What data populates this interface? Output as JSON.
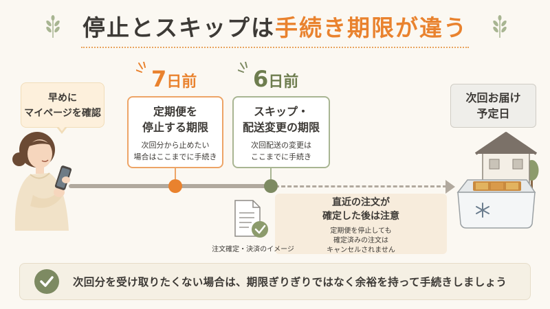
{
  "title": {
    "part1": "停止とスキップは",
    "part2": "手続き期限が違う"
  },
  "bubble": {
    "line1": "早めに",
    "line2": "マイページを確認"
  },
  "deadline7": {
    "num": "7",
    "unit": "日前",
    "title1": "定期便を",
    "title2": "停止する期限",
    "desc1": "次回分から止めたい",
    "desc2": "場合はここまでに手続き"
  },
  "deadline6": {
    "num": "6",
    "unit": "日前",
    "title1": "スキップ・",
    "title2": "配送変更の期限",
    "desc1": "次回配送の変更は",
    "desc2": "ここまでに手続き"
  },
  "next_delivery": {
    "line1": "次回お届け",
    "line2": "予定日"
  },
  "notice": {
    "title1": "直近の注文が",
    "title2": "確定した後は注意",
    "desc1": "定期便を停止しても",
    "desc2": "確定済みの注文は",
    "desc3": "キャンセルされません"
  },
  "doc_label": "注文確定・決済のイメージ",
  "bottom": {
    "text": "次回分を受け取りたくない場合は、期限ぎりぎりではなく余裕を持って手続きしましょう"
  },
  "colors": {
    "orange": "#e9822e",
    "green": "#7d8a62",
    "gray": "#b1a99e"
  }
}
